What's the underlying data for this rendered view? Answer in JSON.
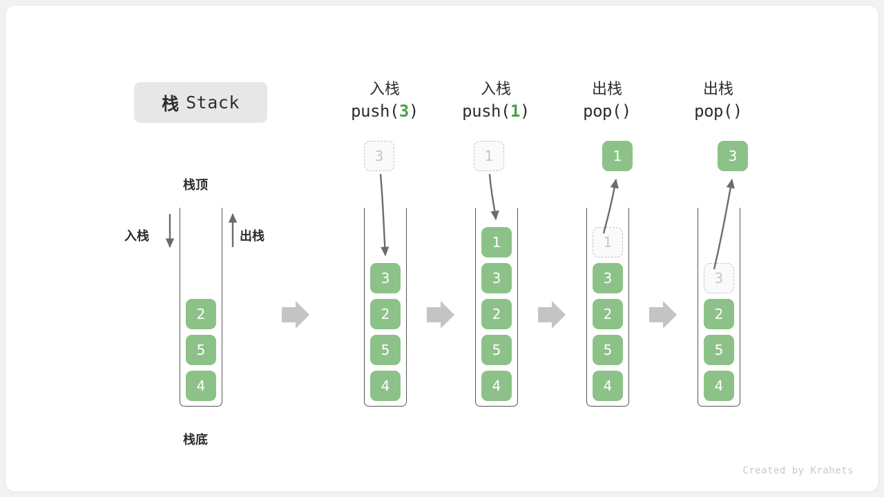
{
  "title": {
    "cn": "栈",
    "en": "Stack"
  },
  "labels": {
    "top": "栈顶",
    "bottom": "栈底",
    "push_side": "入栈",
    "pop_side": "出栈"
  },
  "credit": "Created by Krahets",
  "colors": {
    "cell_fill": "#8cc288",
    "cell_text": "#ffffff",
    "ghost_fill": "#fafafa",
    "ghost_border": "#c2c2c2",
    "ghost_text": "#c6c6c6",
    "accent_green": "#48a142",
    "arrow_gray": "#c4c4c4",
    "curve_gray": "#6e6b6b",
    "outline": "#555555",
    "chip_bg": "#e7e7e7",
    "card_bg": "#ffffff",
    "page_bg": "#f2f2f2"
  },
  "columns": [
    {
      "id": "initial",
      "header_cn": "",
      "header_op": "",
      "header_arg": "",
      "incoming": null,
      "result": null,
      "cells": [
        {
          "value": "2",
          "state": "solid"
        },
        {
          "value": "5",
          "state": "solid"
        },
        {
          "value": "4",
          "state": "solid"
        }
      ]
    },
    {
      "id": "push-3",
      "header_cn": "入栈",
      "header_op_prefix": "push(",
      "header_arg": "3",
      "header_op_suffix": ")",
      "incoming": {
        "value": "3",
        "state": "ghost"
      },
      "result": null,
      "cells": [
        {
          "value": "3",
          "state": "solid"
        },
        {
          "value": "2",
          "state": "solid"
        },
        {
          "value": "5",
          "state": "solid"
        },
        {
          "value": "4",
          "state": "solid"
        }
      ]
    },
    {
      "id": "push-1",
      "header_cn": "入栈",
      "header_op_prefix": "push(",
      "header_arg": "1",
      "header_op_suffix": ")",
      "incoming": {
        "value": "1",
        "state": "ghost"
      },
      "result": null,
      "cells": [
        {
          "value": "1",
          "state": "solid"
        },
        {
          "value": "3",
          "state": "solid"
        },
        {
          "value": "2",
          "state": "solid"
        },
        {
          "value": "5",
          "state": "solid"
        },
        {
          "value": "4",
          "state": "solid"
        }
      ]
    },
    {
      "id": "pop-1",
      "header_cn": "出栈",
      "header_op_prefix": "pop(",
      "header_arg": "",
      "header_op_suffix": ")",
      "incoming": null,
      "result": {
        "value": "1",
        "state": "solid"
      },
      "cells": [
        {
          "value": "1",
          "state": "ghost"
        },
        {
          "value": "3",
          "state": "solid"
        },
        {
          "value": "2",
          "state": "solid"
        },
        {
          "value": "5",
          "state": "solid"
        },
        {
          "value": "4",
          "state": "solid"
        }
      ]
    },
    {
      "id": "pop-3",
      "header_cn": "出栈",
      "header_op_prefix": "pop(",
      "header_arg": "",
      "header_op_suffix": ")",
      "incoming": null,
      "result": {
        "value": "3",
        "state": "solid"
      },
      "cells": [
        {
          "value": "3",
          "state": "ghost"
        },
        {
          "value": "2",
          "state": "solid"
        },
        {
          "value": "5",
          "state": "solid"
        },
        {
          "value": "4",
          "state": "solid"
        }
      ]
    }
  ],
  "col_headers": [
    {
      "cn": "入栈",
      "op_pre": "push(",
      "arg": "3",
      "op_post": ")"
    },
    {
      "cn": "入栈",
      "op_pre": "push(",
      "arg": "1",
      "op_post": ")"
    },
    {
      "cn": "出栈",
      "op_pre": "pop(",
      "arg": "",
      "op_post": ")"
    },
    {
      "cn": "出栈",
      "op_pre": "pop(",
      "arg": "",
      "op_post": ")"
    }
  ]
}
